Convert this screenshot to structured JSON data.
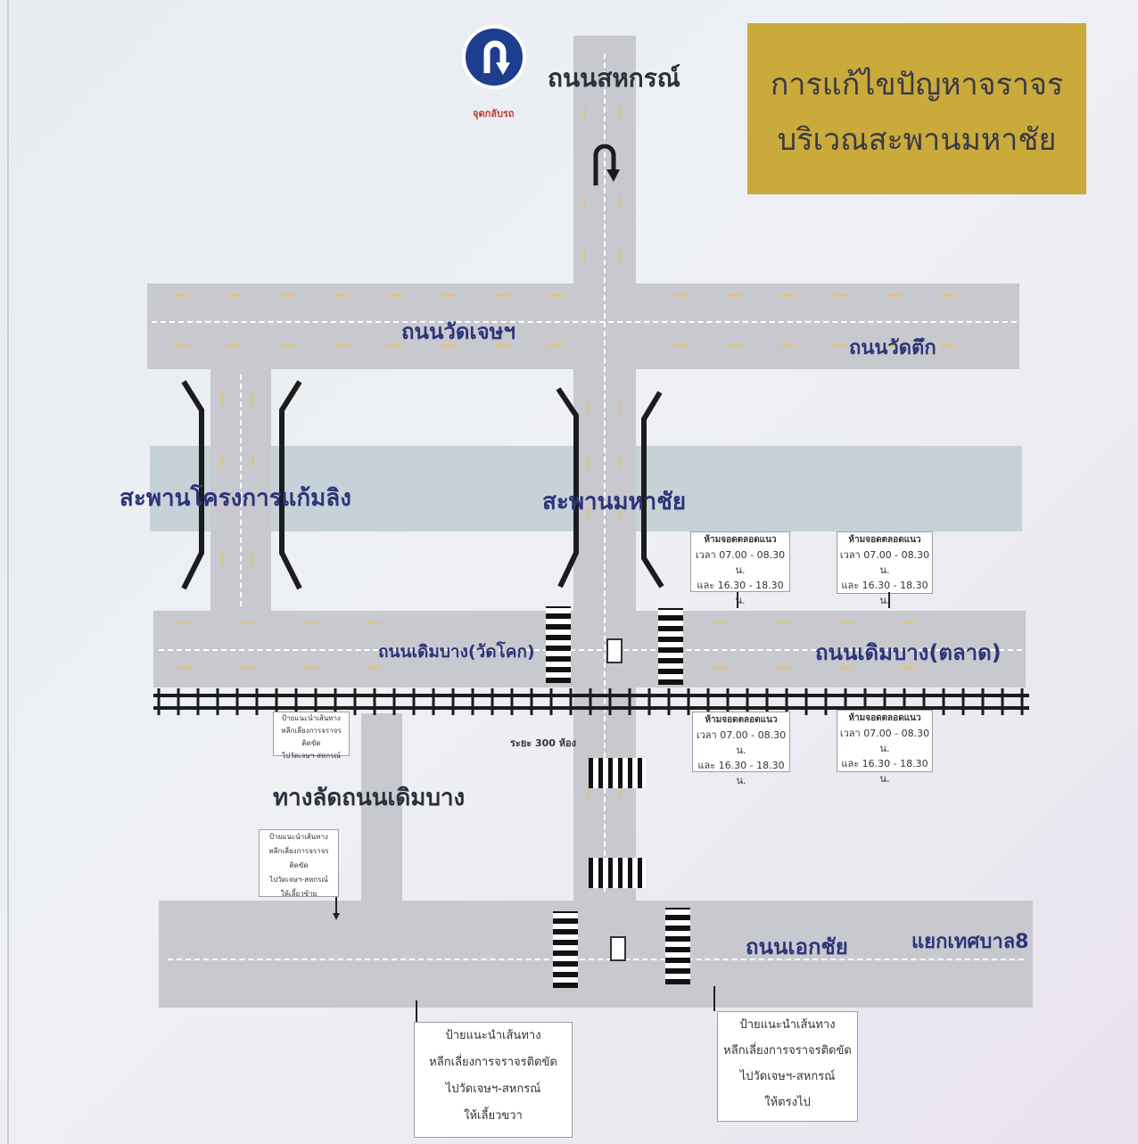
{
  "title": {
    "line1": "การแก้ไขปัญหาจราจร",
    "line2": "บริเวณสะพานมหาชัย"
  },
  "uturn_sign": {
    "icon": "u-turn-icon",
    "caption": "จุดกลับรถ"
  },
  "roads": {
    "sahakorn": "ถนนสหกรณ์",
    "wat_chet": "ถนนวัดเจษฯ",
    "wat_tuek": "ถนนวัดตึก",
    "doem_bang_wat": "ถนนเดิมบาง(วัดโคก)",
    "doem_bang_market": "ถนนเดิมบาง(ตลาด)",
    "shortcut": "ทางลัดถนนเดิมบาง",
    "ekkachai": "ถนนเอกชัย",
    "junction": "แยกเทศบาล8"
  },
  "bridges": {
    "kaem_ling": "สะพานโครงการแก้มลิง",
    "mahachai": "สะพานมหาชัย"
  },
  "distance_label": "ระยะ 300 ห้อง",
  "no_park_signs": [
    {
      "head": "ห้ามจอดตลอดแนว",
      "line1": "เวลา 07.00 - 08.30 น.",
      "line2": "และ 16.30 - 18.30 น."
    },
    {
      "head": "ห้ามจอดตลอดแนว",
      "line1": "เวลา 07.00 - 08.30 น.",
      "line2": "และ 16.30 - 18.30 น."
    },
    {
      "head": "ห้ามจอดตลอดแนว",
      "line1": "เวลา 07.00 - 08.30 น.",
      "line2": "และ 16.30 - 18.30 น."
    },
    {
      "head": "ห้ามจอดตลอดแนว",
      "line1": "เวลา 07.00 - 08.30 น.",
      "line2": "และ 16.30 - 18.30 น."
    }
  ],
  "guide_signs": {
    "rail_left": [
      "ป้ายแนะนำเส้นทาง",
      "หลีกเลี่ยงการจราจรติดขัด",
      "ไปวัดเจษฯ-สหกรณ์"
    ],
    "shortcut": [
      "ป้ายแนะนำเส้นทาง",
      "หลีกเลี่ยงการจราจรติดขัด",
      "ไปวัดเจษฯ-สหกรณ์",
      "ให้เลี้ยวซ้าย"
    ],
    "bottom_left": [
      "ป้ายแนะนำเส้นทาง",
      "หลีกเลี่ยงการจราจรติดขัด",
      "ไปวัดเจษฯ-สหกรณ์",
      "ให้เลี้ยวขวา"
    ],
    "bottom_right": [
      "ป้ายแนะนำเส้นทาง",
      "หลีกเลี่ยงการจราจรติดขัด",
      "ไปวัดเจษฯ-สหกรณ์",
      "ให้ตรงไป"
    ]
  },
  "colors": {
    "label": "#2e3479",
    "road": "#c7c9cf",
    "title_box": "#c9aa3b",
    "uturn_sign": "#1f3d8f"
  }
}
